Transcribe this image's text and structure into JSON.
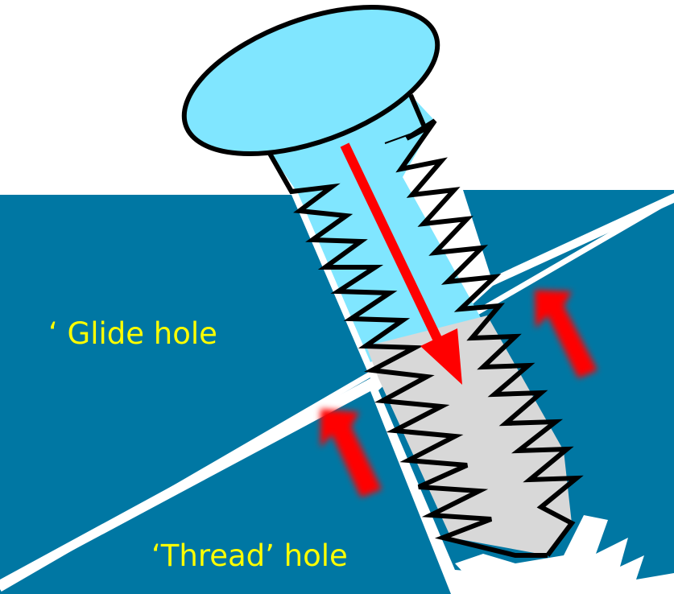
{
  "labels": {
    "glide_hole": "‘ Glide hole",
    "thread_hole": "‘Thread’ hole"
  },
  "colors": {
    "bone": "#0077a3",
    "screw_shaft": "#80e6ff",
    "screw_tip": "#d8d8d8",
    "arrow": "#ff0000",
    "label_text": "#ffff00",
    "outline": "#000000"
  },
  "icons": {
    "force_arrow": "red-down-arrow",
    "reaction_arrows": "red-up-arrow"
  }
}
